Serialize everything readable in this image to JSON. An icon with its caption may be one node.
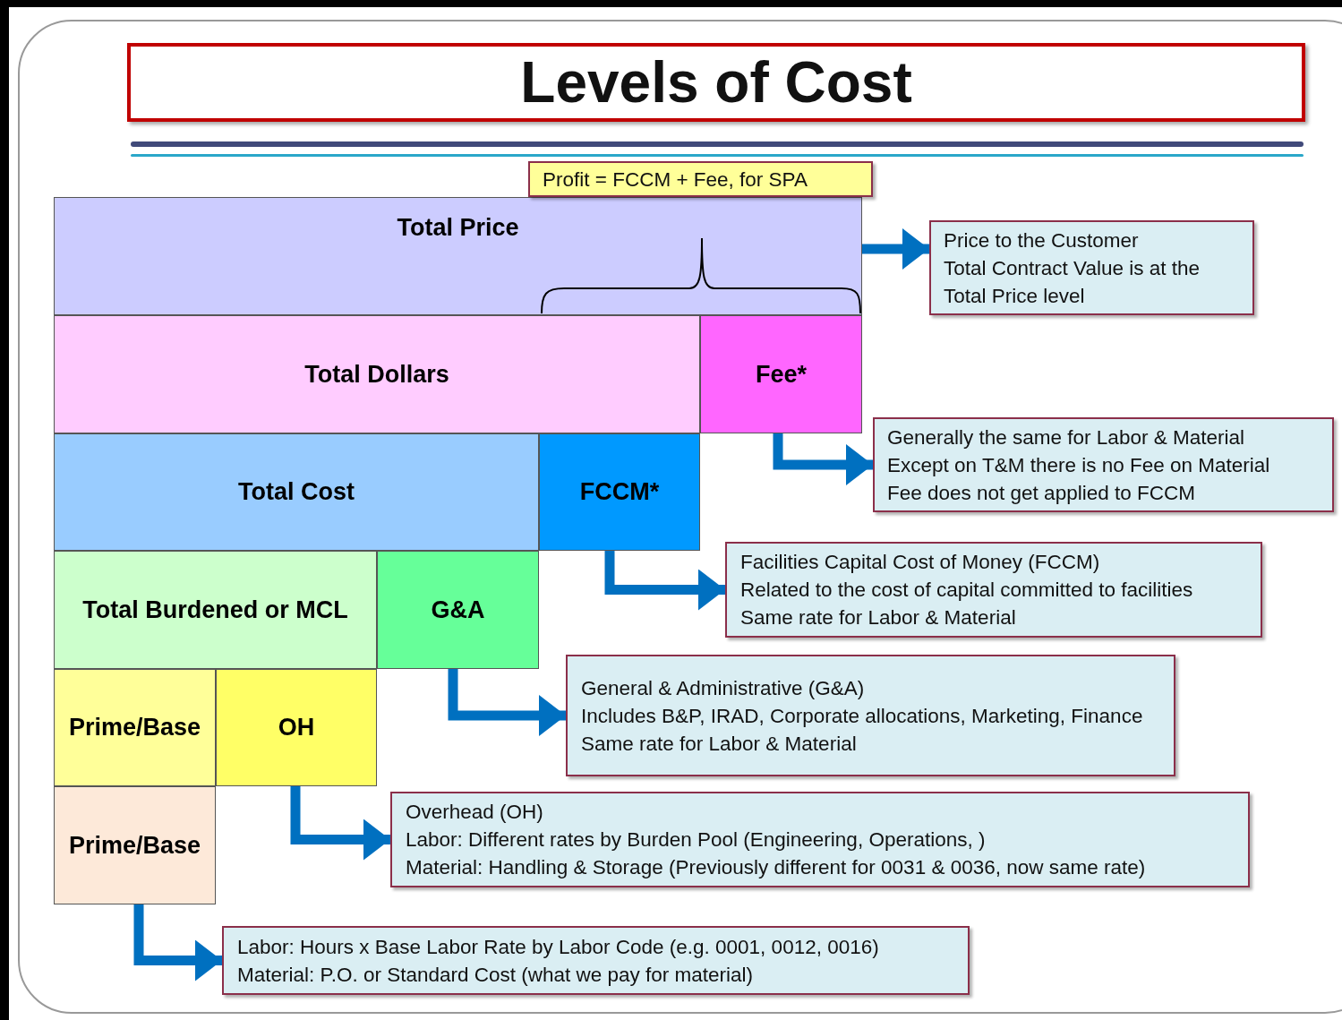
{
  "diagram": {
    "title": "Levels of Cost",
    "nodes": [
      {
        "text": [
          "Total Price"
        ]
      },
      {
        "text": [
          "Total Dollars"
        ]
      },
      {
        "text": [
          "Fee*"
        ]
      },
      {
        "text": [
          "Total Cost"
        ]
      },
      {
        "text": [
          "FCCM*"
        ]
      },
      {
        "text": [
          "Total Burdened or MCL"
        ]
      },
      {
        "text": [
          "G&A"
        ]
      },
      {
        "text": [
          "Prime/Base"
        ]
      },
      {
        "text": [
          "OH"
        ]
      },
      {
        "text": [
          "Prime/Base"
        ]
      },
      {
        "text": [
          "Profit = FCCM + Fee, for SPA"
        ]
      },
      {
        "text": [
          "Price to the Customer",
          "Total Contract Value is at the Total Price level"
        ]
      },
      {
        "text": [
          "Generally the same for Labor & Material",
          "Except on T&M there is no Fee on Material",
          "Fee does not get applied to FCCM"
        ]
      },
      {
        "text": [
          "Facilities Capital Cost of Money (FCCM)",
          "Related to the cost of capital committed to facilities",
          "Same rate for Labor & Material"
        ]
      },
      {
        "text": [
          "General & Administrative (G&A)",
          "Includes B&P, IRAD, Corporate allocations, Marketing, Finance",
          "Same rate for Labor & Material"
        ]
      },
      {
        "text": [
          "Overhead (OH)",
          "Labor: Different rates by Burden Pool (Engineering, Operations, )",
          "Material: Handling & Storage (Previously different for 0031 & 0036, now same rate)"
        ]
      },
      {
        "text": [
          "Labor: Hours x Base Labor Rate by Labor Code (e.g. 0001, 0012, 0016)",
          "Material: P.O. or Standard Cost (what we pay for material)"
        ]
      }
    ],
    "edges": [
      {
        "from": 0,
        "to": 11,
        "arrow": "to"
      },
      {
        "from": 2,
        "to": 12,
        "arrow": "to"
      },
      {
        "from": 4,
        "to": 13,
        "arrow": "to"
      },
      {
        "from": 6,
        "to": 14,
        "arrow": "to"
      },
      {
        "from": 8,
        "to": 15,
        "arrow": "to"
      },
      {
        "from": 9,
        "to": 16,
        "arrow": "to"
      }
    ]
  }
}
